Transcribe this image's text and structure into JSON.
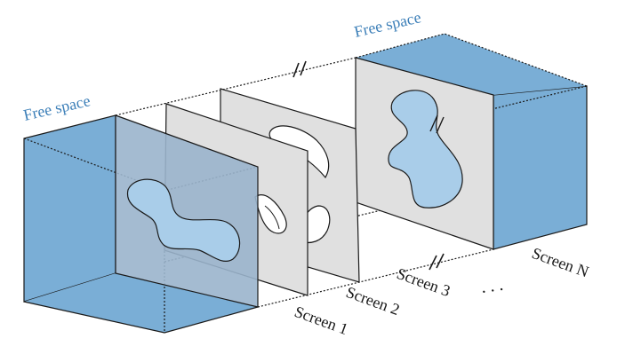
{
  "labels": {
    "free_space_left": "Free space",
    "free_space_right": "Free space",
    "screen_1": "Screen 1",
    "screen_2": "Screen 2",
    "screen_3": "Screen 3",
    "screen_n": "Screen N",
    "ellipsis": ". . ."
  },
  "colors": {
    "free_space_fill": "#7aaed6",
    "free_space_text": "#3c7fb8",
    "screen_fill": "#e0e0e0",
    "screen_tinted_fill": "#9ab4cc",
    "blob_fill": "#a9cde9",
    "outline": "#1a1a1a"
  }
}
